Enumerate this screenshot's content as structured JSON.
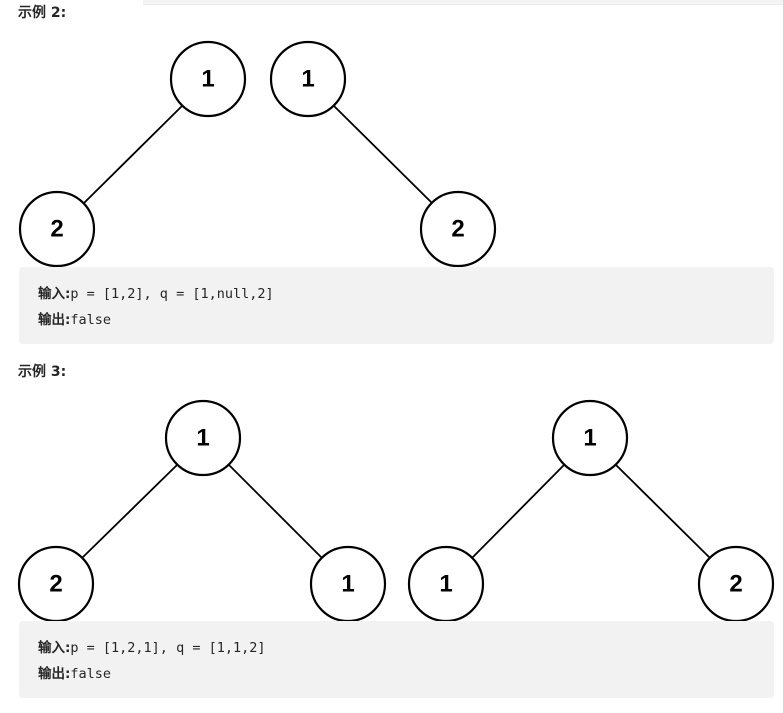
{
  "examples": [
    {
      "heading": "示例 2:",
      "input_label": "输入:",
      "input_value": "p = [1,2], q = [1,null,2]",
      "output_label": "输出:",
      "output_value": "false",
      "trees": [
        {
          "nodes": [
            "1",
            "2"
          ]
        },
        {
          "nodes": [
            "1",
            "2"
          ]
        }
      ]
    },
    {
      "heading": "示例 3:",
      "input_label": "输入:",
      "input_value": "p = [1,2,1], q = [1,1,2]",
      "output_label": "输出:",
      "output_value": "false",
      "trees": [
        {
          "nodes": [
            "1",
            "2",
            "1"
          ]
        },
        {
          "nodes": [
            "1",
            "1",
            "2"
          ]
        }
      ]
    }
  ]
}
